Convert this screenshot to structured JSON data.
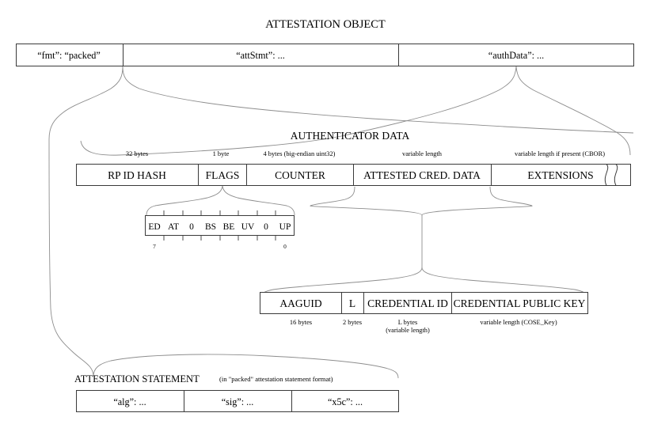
{
  "title": "ATTESTATION OBJECT",
  "attestation_object": {
    "cells": [
      {
        "label": "“fmt”: “packed”"
      },
      {
        "label": "“attStmt”: ..."
      },
      {
        "label": "“authData”: ..."
      }
    ]
  },
  "authenticator_data": {
    "heading": "AUTHENTICATOR DATA",
    "cells": [
      {
        "label": "RP ID HASH",
        "note": "32 bytes"
      },
      {
        "label": "FLAGS",
        "note": "1 byte"
      },
      {
        "label": "COUNTER",
        "note": "4 bytes (big-endian uint32)"
      },
      {
        "label": "ATTESTED CRED. DATA",
        "note": "variable length"
      },
      {
        "label": "EXTENSIONS",
        "note": "variable length if present (CBOR)"
      }
    ]
  },
  "flags": {
    "bits": [
      "ED",
      "AT",
      "0",
      "BS",
      "BE",
      "UV",
      "0",
      "UP"
    ],
    "msb_label": "7",
    "lsb_label": "0"
  },
  "attested_credential_data": {
    "cells": [
      {
        "label": "AAGUID",
        "note": "16 bytes",
        "note2": ""
      },
      {
        "label": "L",
        "note": "2 bytes",
        "note2": ""
      },
      {
        "label": "CREDENTIAL ID",
        "note": "L bytes",
        "note2": "(variable length)"
      },
      {
        "label": "CREDENTIAL PUBLIC KEY",
        "note": "variable length (COSE_Key)",
        "note2": ""
      }
    ]
  },
  "attestation_statement": {
    "heading": "ATTESTATION STATEMENT",
    "subheading": "(in \"packed\" attestation statement format)",
    "cells": [
      {
        "label": "“alg”: ..."
      },
      {
        "label": "“sig”: ..."
      },
      {
        "label": "“x5c”: ..."
      }
    ]
  },
  "colors": {
    "background": "#ffffff",
    "stroke": "#3a3a3a",
    "connector": "#8d8d8d",
    "text": "#000000"
  }
}
